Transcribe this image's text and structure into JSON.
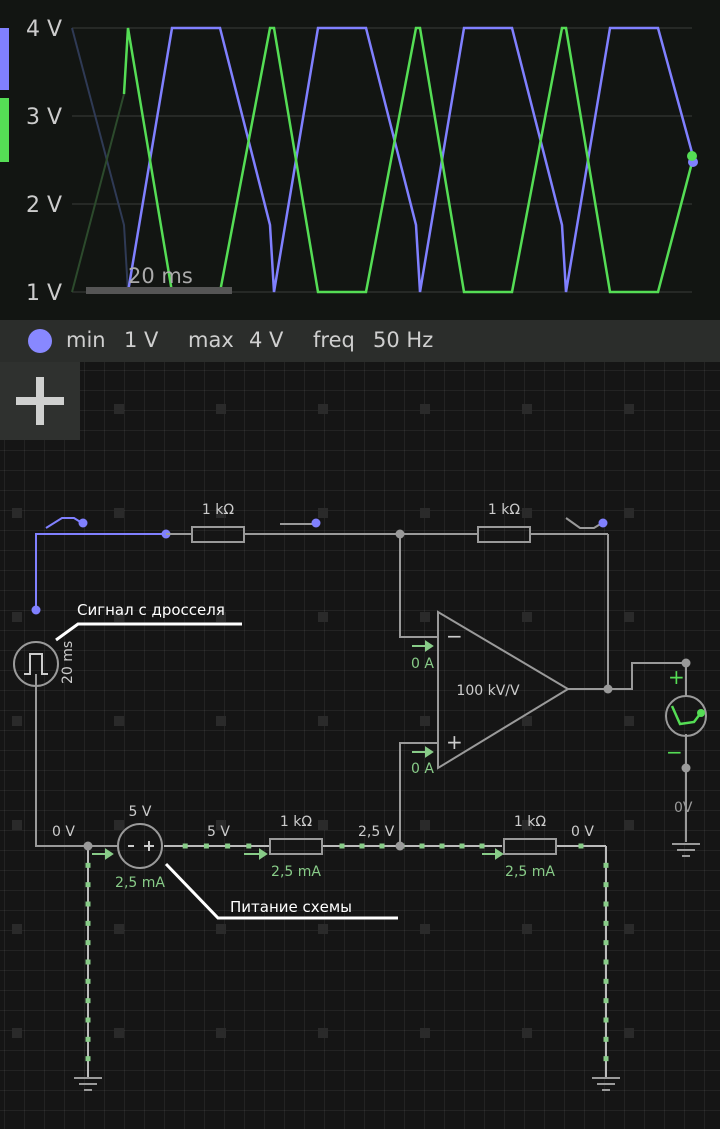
{
  "scope": {
    "y_ticks": [
      "4 V",
      "3 V",
      "2 V",
      "1 V"
    ],
    "time_scale": "20 ms",
    "colors": {
      "signal": "#8080ff",
      "output": "#55dd55"
    }
  },
  "info_bar": {
    "min_label": "min",
    "min_value": "1 V",
    "max_label": "max",
    "max_value": "4 V",
    "freq_label": "freq",
    "freq_value": "50 Hz"
  },
  "toolbar": {
    "add_icon": "plus-icon"
  },
  "circuit": {
    "r1": "1 kΩ",
    "r2": "1 kΩ",
    "r3": "1 kΩ",
    "r4": "1 kΩ",
    "source_period": "20 ms",
    "opamp_gain": "100 kV/V",
    "opamp_minus_current": "0 A",
    "opamp_plus_current": "0 A",
    "v_left": "0 V",
    "battery_voltage": "5 V",
    "battery_current": "2,5 mA",
    "v_after_battery": "5 V",
    "r3_current": "2,5 mA",
    "v_mid": "2,5 V",
    "r4_current": "2,5 mA",
    "v_right": "0 V",
    "meter_voltage": "0V",
    "meter_plus": "+",
    "meter_minus": "−",
    "annotation_signal": "Сигнал с дросселя",
    "annotation_power": "Питание схемы"
  }
}
